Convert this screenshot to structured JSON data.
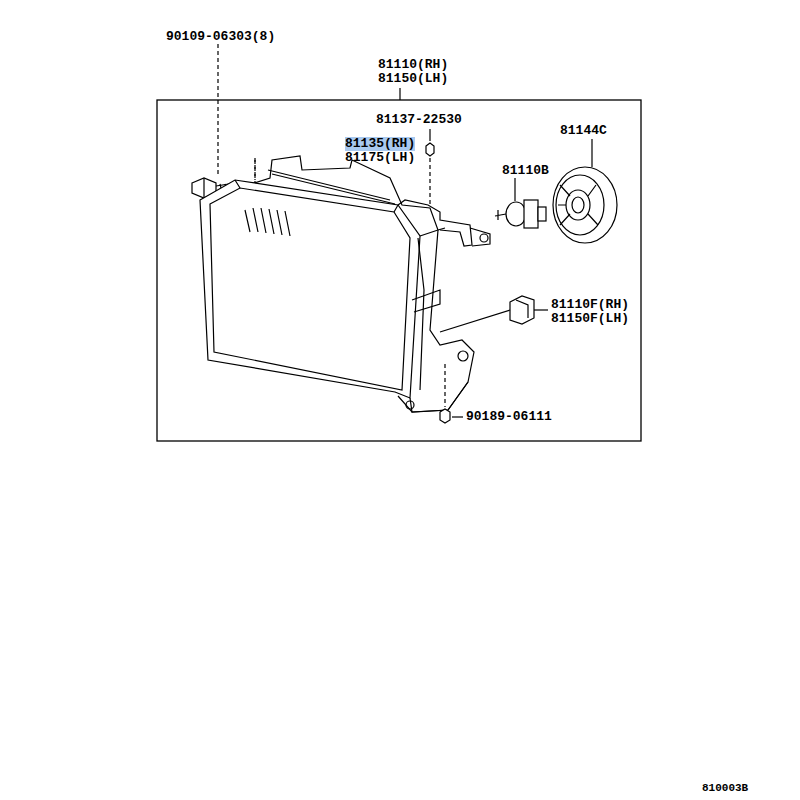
{
  "diagram": {
    "labels": [
      "90109-06303(8)",
      "81110(RH)",
      "81150(LH)",
      "81137-22530",
      "81135(RH)",
      "81175(LH)",
      "81144C",
      "81110B",
      "81110F(RH)",
      "81150F(LH)",
      "90189-06111",
      "810003B"
    ]
  }
}
